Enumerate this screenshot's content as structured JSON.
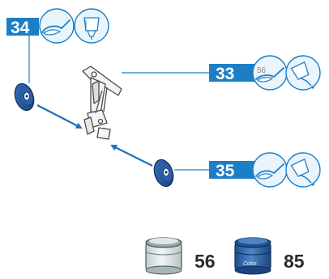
{
  "steps": [
    {
      "number": "34",
      "icons": [
        "brush-icon",
        "glue-tube-icon"
      ]
    },
    {
      "number": "33",
      "paint_code": "56",
      "icons": [
        "brush-icon",
        "glue-tube-icon"
      ]
    },
    {
      "number": "35",
      "icons": [
        "brush-icon",
        "glue-tube-icon"
      ]
    }
  ],
  "paints": [
    {
      "code": "56",
      "jar_color": "#d9e3e2"
    },
    {
      "code": "85",
      "jar_color": "#2e5d9e",
      "jar_label": "Color"
    }
  ],
  "colors": {
    "step_banner": "#1c7fc6",
    "icon_circle": "#e9f4fb",
    "arrow": "#1c72bf",
    "leader_line": "#1c7fc6"
  }
}
